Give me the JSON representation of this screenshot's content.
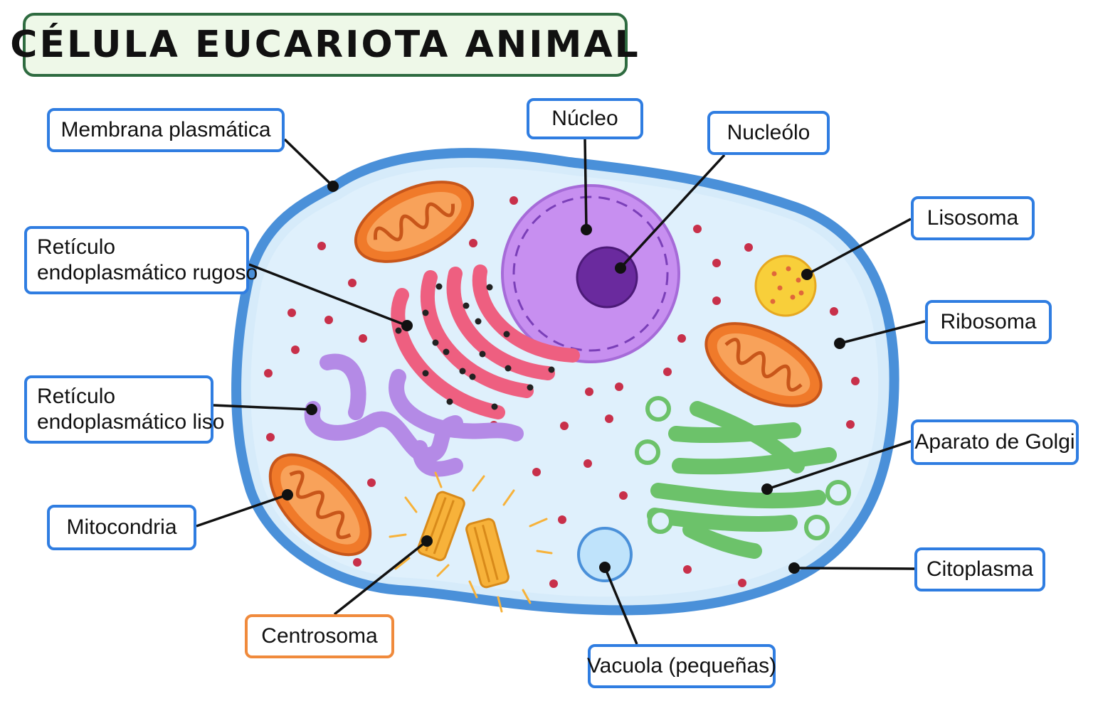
{
  "title": "CÉLULA EUCARIOTA ANIMAL",
  "labels": {
    "membrana": "Membrana plasmática",
    "nucleo": "Núcleo",
    "nucleolo": "Nucleólo",
    "lisosoma": "Lisosoma",
    "rer_line1": "Retículo",
    "rer_line2": "endoplasmático rugoso",
    "ribosoma": "Ribosoma",
    "rel_line1": "Retículo",
    "rel_line2": "endoplasmático liso",
    "golgi": "Aparato de Golgi",
    "mitocondria": "Mitocondria",
    "citoplasma": "Citoplasma",
    "centrosoma": "Centrosoma",
    "vacuola": "Vacuola (pequeñas)"
  },
  "colors": {
    "label_border": "#2f7de1",
    "centrosoma_border": "#f08a3c",
    "title_border": "#2e6b40",
    "title_bg": "#eef8e8",
    "membrane": "#4a90d9",
    "cytoplasm": "#d6ebfa",
    "nucleus": "#c78ff0",
    "nucleolus": "#6a2a9e",
    "mitochondria": "#f07a2a",
    "rough_er": "#ee5f80",
    "smooth_er": "#b48ae6",
    "golgi": "#6cc26a",
    "lysosome": "#f8cf3a",
    "vacuole": "#bfe3fb",
    "centrosome": "#f7b23a",
    "ribosome": "#c8304a"
  }
}
